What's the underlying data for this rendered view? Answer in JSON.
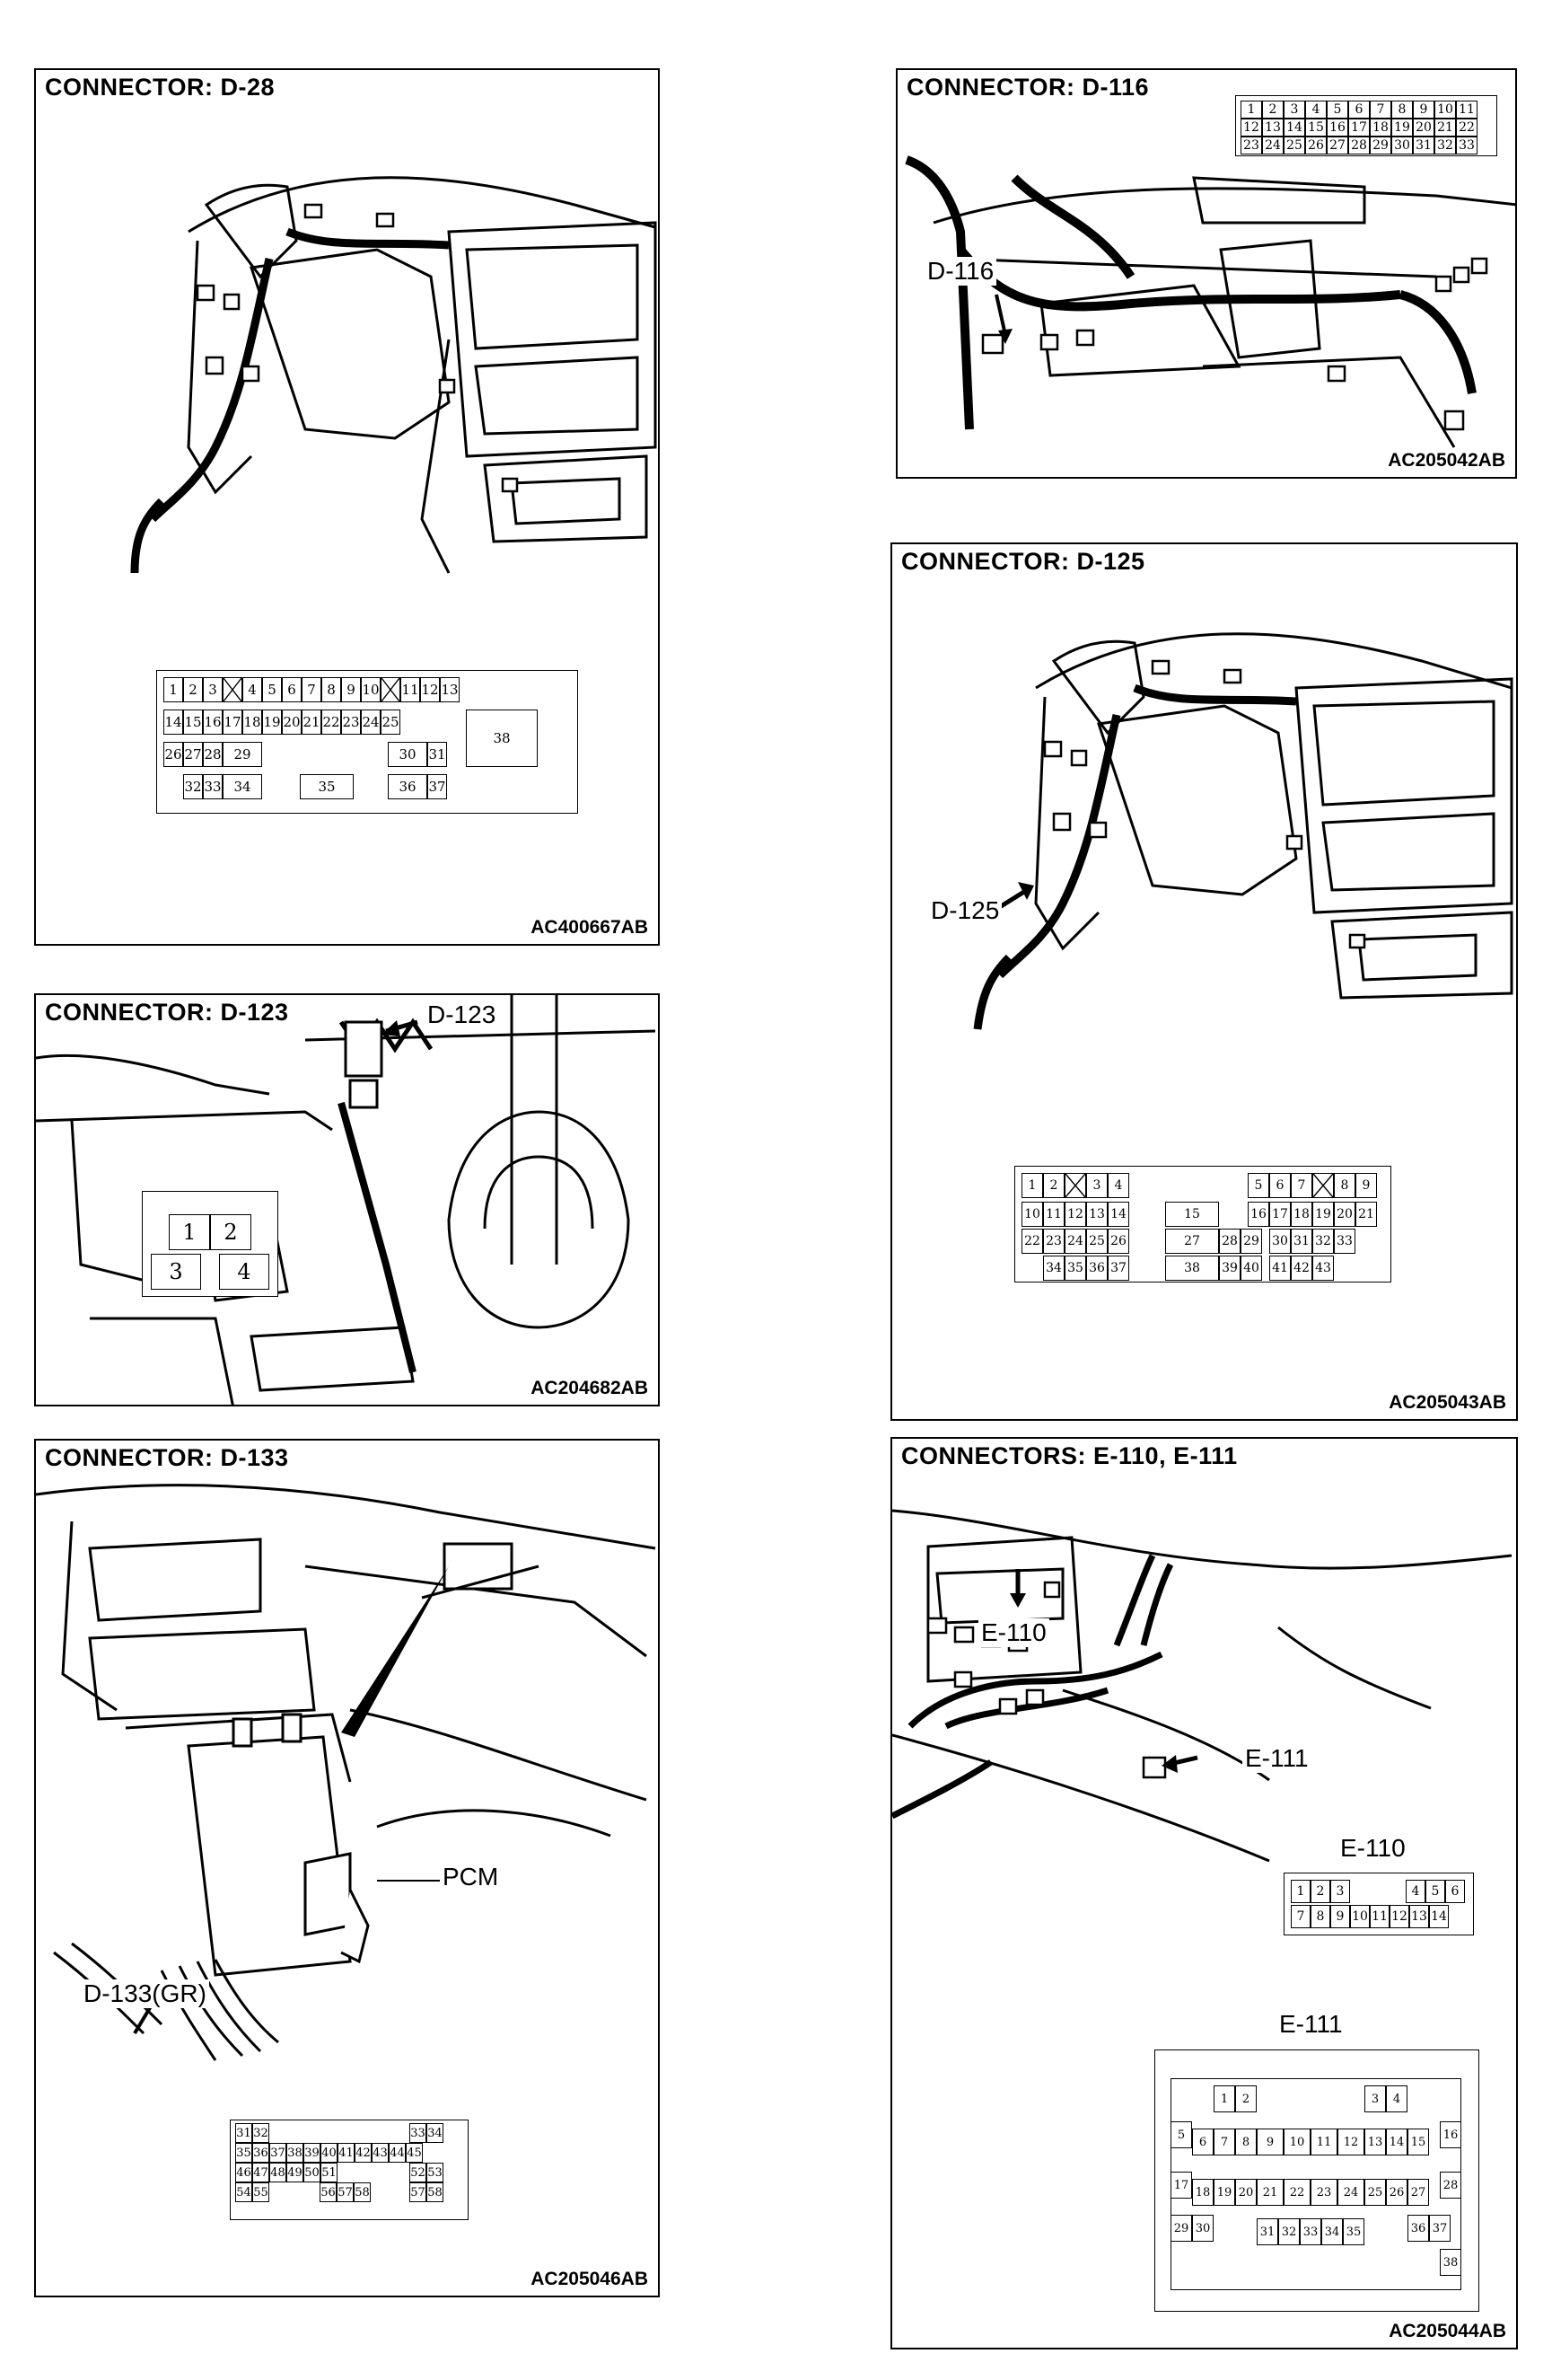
{
  "panels": {
    "d28": {
      "title": "CONNECTOR: D-28",
      "code": "AC400667AB"
    },
    "d116": {
      "title": "CONNECTOR: D-116",
      "code": "AC205042AB",
      "callout": "D-116"
    },
    "d125": {
      "title": "CONNECTOR: D-125",
      "code": "AC205043AB",
      "callout": "D-125"
    },
    "d123": {
      "title": "CONNECTOR: D-123",
      "code": "AC204682AB",
      "callout": "D-123"
    },
    "d133": {
      "title": "CONNECTOR: D-133",
      "code": "AC205046AB",
      "callout_pcm": "PCM",
      "callout_conn": "D-133(GR)"
    },
    "e110": {
      "title": "CONNECTORS: E-110, E-111",
      "code": "AC205044AB",
      "callout_e110": "E-110",
      "callout_e111": "E-111",
      "label_e110": "E-110",
      "label_e111": "E-111"
    }
  },
  "pinouts": {
    "d28": [
      "1",
      "2",
      "3",
      "4",
      "5",
      "6",
      "7",
      "8",
      "9",
      "10",
      "11",
      "12",
      "13",
      "14",
      "15",
      "16",
      "17",
      "18",
      "19",
      "20",
      "21",
      "22",
      "23",
      "24",
      "25",
      "26",
      "27",
      "28",
      "29",
      "30",
      "31",
      "32",
      "33",
      "34",
      "35",
      "36",
      "37",
      "38"
    ],
    "d116": [
      "1",
      "2",
      "3",
      "4",
      "5",
      "6",
      "7",
      "8",
      "9",
      "10",
      "11",
      "12",
      "13",
      "14",
      "15",
      "16",
      "17",
      "18",
      "19",
      "20",
      "21",
      "22",
      "23",
      "24",
      "25",
      "26",
      "27",
      "28",
      "29",
      "30",
      "31",
      "32",
      "33"
    ],
    "d125": [
      "1",
      "2",
      "3",
      "4",
      "5",
      "6",
      "7",
      "8",
      "9",
      "10",
      "11",
      "12",
      "13",
      "14",
      "15",
      "16",
      "17",
      "18",
      "19",
      "20",
      "21",
      "22",
      "23",
      "24",
      "25",
      "26",
      "27",
      "28",
      "29",
      "30",
      "31",
      "32",
      "33",
      "34",
      "35",
      "36",
      "37",
      "38",
      "39",
      "40",
      "41",
      "42",
      "43"
    ],
    "d123": [
      "1",
      "2",
      "3",
      "4"
    ],
    "d133": [
      "31",
      "32",
      "33",
      "34",
      "35",
      "36",
      "37",
      "38",
      "39",
      "40",
      "41",
      "42",
      "43",
      "44",
      "45",
      "46",
      "47",
      "48",
      "49",
      "50",
      "51",
      "52",
      "53",
      "54",
      "55",
      "56",
      "57",
      "58"
    ],
    "e110": [
      "1",
      "2",
      "3",
      "4",
      "5",
      "6",
      "7",
      "8",
      "9",
      "10",
      "11",
      "12",
      "13",
      "14"
    ],
    "e111": [
      "1",
      "2",
      "3",
      "4",
      "5",
      "6",
      "7",
      "8",
      "9",
      "10",
      "11",
      "12",
      "13",
      "14",
      "15",
      "16",
      "17",
      "18",
      "19",
      "20",
      "21",
      "22",
      "23",
      "24",
      "25",
      "26",
      "27",
      "28",
      "29",
      "30",
      "31",
      "32",
      "33",
      "34",
      "35",
      "36",
      "37",
      "38"
    ]
  }
}
